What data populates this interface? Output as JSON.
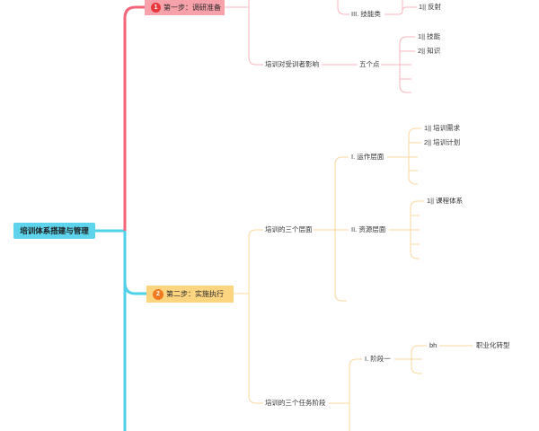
{
  "root": {
    "title": "培训体系搭建与管理",
    "fill_color": "#5dd3ec"
  },
  "branches": [
    {
      "index": "1",
      "title": "第一步：调研准备",
      "fill_color": "#f7a2ab",
      "badge_color": "#e8383d",
      "line_color": "#f36579",
      "subline_color": "#f8b6be",
      "topics": [
        {
          "title": "III. 技能类",
          "topics": [
            {
              "title": "1|| 反射"
            }
          ]
        },
        {
          "title": "培训对受训者影响",
          "topics": [
            {
              "title": "五个点",
              "topics": [
                {
                  "title": "1|| 技能"
                },
                {
                  "title": "2|| 知识"
                }
              ]
            }
          ]
        }
      ]
    },
    {
      "index": "2",
      "title": "第二步：实施执行",
      "fill_color": "#fdd580",
      "badge_color": "#f07a1f",
      "line_color": "#4fd1ea",
      "subline_color": "#fbd79c",
      "topics": [
        {
          "title": "培训的三个层面",
          "topics": [
            {
              "title": "I. 运作层面",
              "topics": [
                {
                  "title": "1|| 培训需求"
                },
                {
                  "title": "2|| 培训计划"
                }
              ]
            },
            {
              "title": "II. 资源层面",
              "topics": [
                {
                  "title": "1|| 课程体系"
                }
              ]
            }
          ]
        },
        {
          "title": "培训的三个任务阶段",
          "topics": [
            {
              "title": "I. 阶段一",
              "topics": [
                {
                  "title": "bh",
                  "topics": [
                    {
                      "title": "职业化转型"
                    }
                  ]
                }
              ]
            }
          ]
        }
      ]
    }
  ]
}
